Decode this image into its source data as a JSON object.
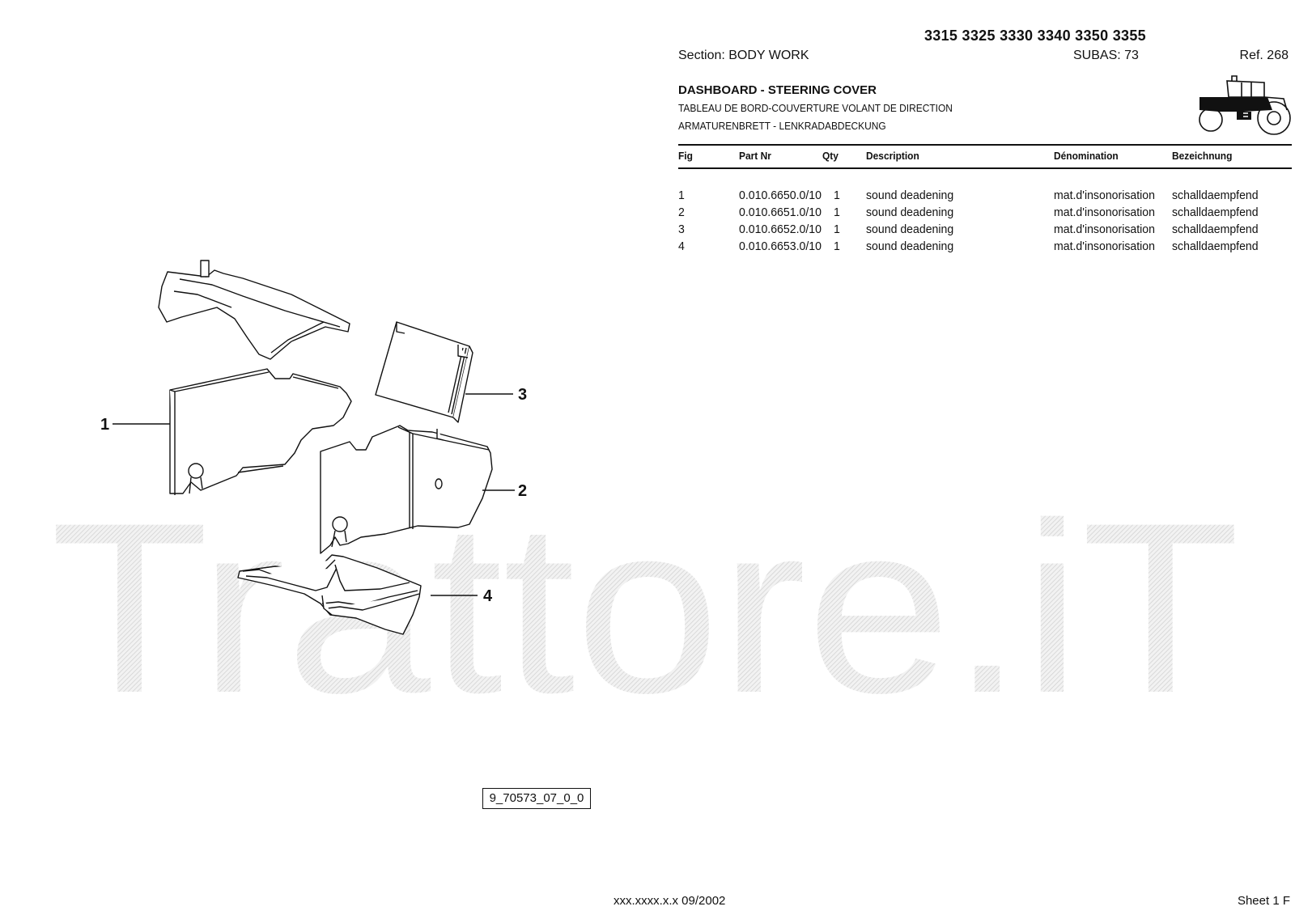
{
  "header": {
    "models": "3315 3325 3330 3340 3350 3355",
    "section": "Section: BODY  WORK",
    "subas": "SUBAS: 73",
    "ref": "Ref. 268"
  },
  "title": {
    "en": "DASHBOARD - STEERING COVER",
    "fr": "TABLEAU DE BORD-COUVERTURE VOLANT DE DIRECTION",
    "de": "ARMATURENBRETT - LENKRADABDECKUNG"
  },
  "table": {
    "headers": {
      "fig": "Fig",
      "part": "Part Nr",
      "qty": "Qty",
      "desc": "Description",
      "den": "Dénomination",
      "bez": "Bezeichnung"
    },
    "rows": [
      {
        "fig": "1",
        "part": "0.010.6650.0/10",
        "qty": "1",
        "desc": "sound deadening",
        "den": "mat.d'insonorisation",
        "bez": "schalldaempfend"
      },
      {
        "fig": "2",
        "part": "0.010.6651.0/10",
        "qty": "1",
        "desc": "sound deadening",
        "den": "mat.d'insonorisation",
        "bez": "schalldaempfend"
      },
      {
        "fig": "3",
        "part": "0.010.6652.0/10",
        "qty": "1",
        "desc": "sound deadening",
        "den": "mat.d'insonorisation",
        "bez": "schalldaempfend"
      },
      {
        "fig": "4",
        "part": "0.010.6653.0/10",
        "qty": "1",
        "desc": "sound deadening",
        "den": "mat.d'insonorisation",
        "bez": "schalldaempfend"
      }
    ]
  },
  "callouts": [
    "1",
    "2",
    "3",
    "4"
  ],
  "watermark": "Trattore.iT",
  "drawing_code": "9_70573_07_0_0",
  "footer": {
    "code": "xxx.xxxx.x.x  09/2002",
    "sheet": "Sheet 1 F"
  },
  "icons": {
    "tractor": "tractor-icon"
  }
}
